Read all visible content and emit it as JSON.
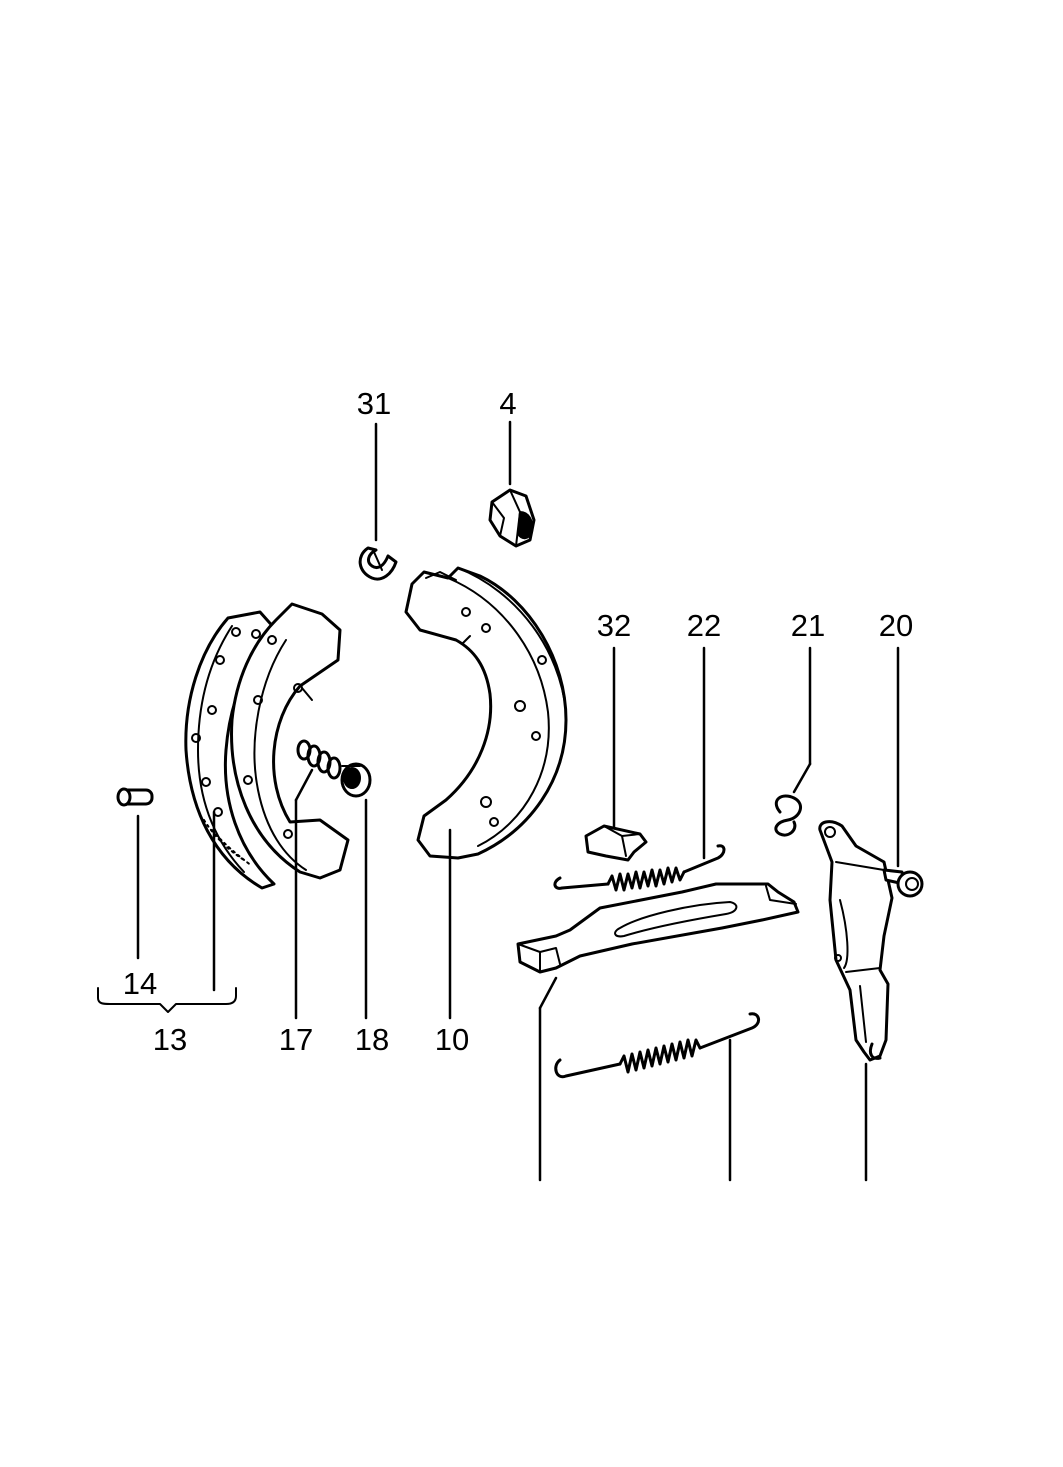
{
  "callouts": {
    "c31": "31",
    "c4": "4",
    "c32": "32",
    "c22": "22",
    "c21": "21",
    "c20": "20",
    "c14": "14",
    "c13": "13",
    "c17": "17",
    "c18": "18",
    "c10": "10"
  },
  "parts": [
    "brake-lining-icon",
    "brake-shoe-backing-icon",
    "brake-shoe-icon",
    "wedge-block-icon",
    "clip-icon",
    "retaining-spring-icon",
    "spring-cap-icon",
    "rivet-icon",
    "spring-clip-icon",
    "return-spring-icon",
    "strut-bar-icon",
    "s-hook-icon",
    "parking-brake-lever-icon",
    "pivot-bolt-icon"
  ]
}
